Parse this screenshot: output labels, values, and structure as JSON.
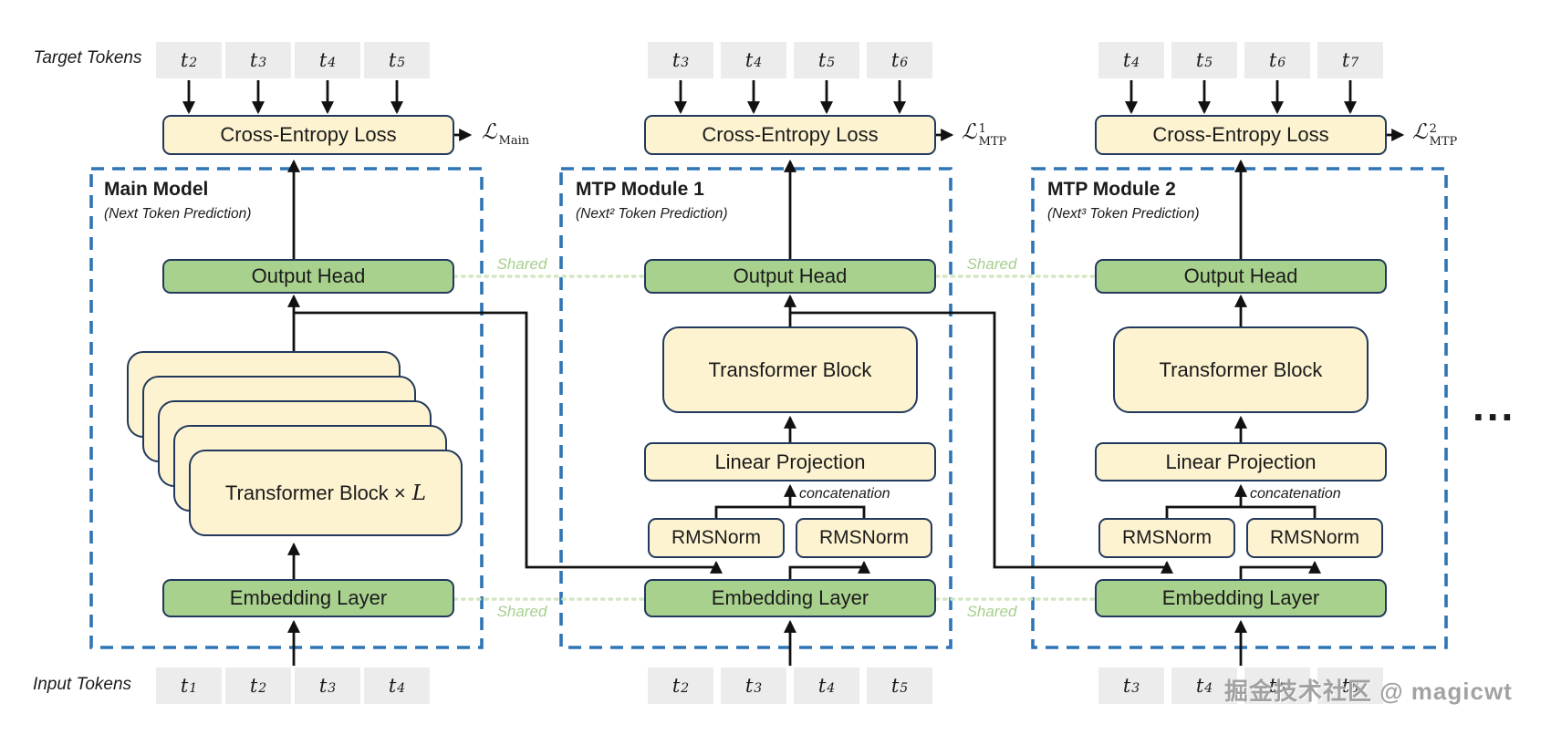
{
  "palette": {
    "box_yellow": "#fdf3d0",
    "box_green": "#a9d18e",
    "box_border_navy": "#22395d",
    "module_dash_blue": "#2e75b6",
    "shared_green": "#a6cf8d",
    "shared_dotted": "#d3e7c4",
    "token_gray": "#ececec",
    "arrow_black": "#111111"
  },
  "row_labels": {
    "target": "Target Tokens",
    "input": "Input Tokens"
  },
  "shared_label": "Shared",
  "concatenation_label": "concatenation",
  "ellipsis": "...",
  "watermark": "掘金技术社区 @ magicwt",
  "modules": [
    {
      "title": "Main Model",
      "subtitle": "(Next Token Prediction)",
      "cross_entropy": "Cross-Entropy Loss",
      "loss": {
        "symbol": "ℒ",
        "sup": "",
        "sub": "Main"
      },
      "output_head": "Output Head",
      "stack_label": {
        "prefix": "Transformer Block ×",
        "var": "L"
      },
      "embedding": "Embedding Layer",
      "target_tokens": [
        {
          "base": "t",
          "sub": "2"
        },
        {
          "base": "t",
          "sub": "3"
        },
        {
          "base": "t",
          "sub": "4"
        },
        {
          "base": "t",
          "sub": "5"
        }
      ],
      "input_tokens": [
        {
          "base": "t",
          "sub": "1"
        },
        {
          "base": "t",
          "sub": "2"
        },
        {
          "base": "t",
          "sub": "3"
        },
        {
          "base": "t",
          "sub": "4"
        }
      ]
    },
    {
      "title": "MTP Module 1",
      "subtitle": "(Next² Token Prediction)",
      "cross_entropy": "Cross-Entropy Loss",
      "loss": {
        "symbol": "ℒ",
        "sup": "1",
        "sub": "MTP"
      },
      "output_head": "Output Head",
      "transformer_block": "Transformer Block",
      "linear_projection": "Linear Projection",
      "rmsnorm": "RMSNorm",
      "embedding": "Embedding Layer",
      "target_tokens": [
        {
          "base": "t",
          "sub": "3"
        },
        {
          "base": "t",
          "sub": "4"
        },
        {
          "base": "t",
          "sub": "5"
        },
        {
          "base": "t",
          "sub": "6"
        }
      ],
      "input_tokens": [
        {
          "base": "t",
          "sub": "2"
        },
        {
          "base": "t",
          "sub": "3"
        },
        {
          "base": "t",
          "sub": "4"
        },
        {
          "base": "t",
          "sub": "5"
        }
      ]
    },
    {
      "title": "MTP Module 2",
      "subtitle": "(Next³ Token Prediction)",
      "cross_entropy": "Cross-Entropy Loss",
      "loss": {
        "symbol": "ℒ",
        "sup": "2",
        "sub": "MTP"
      },
      "output_head": "Output Head",
      "transformer_block": "Transformer Block",
      "linear_projection": "Linear Projection",
      "rmsnorm": "RMSNorm",
      "embedding": "Embedding Layer",
      "target_tokens": [
        {
          "base": "t",
          "sub": "4"
        },
        {
          "base": "t",
          "sub": "5"
        },
        {
          "base": "t",
          "sub": "6"
        },
        {
          "base": "t",
          "sub": "7"
        }
      ],
      "input_tokens": [
        {
          "base": "t",
          "sub": "3"
        },
        {
          "base": "t",
          "sub": "4"
        },
        {
          "base": "t",
          "sub": "5"
        },
        {
          "base": "t",
          "sub": "6"
        }
      ]
    }
  ]
}
